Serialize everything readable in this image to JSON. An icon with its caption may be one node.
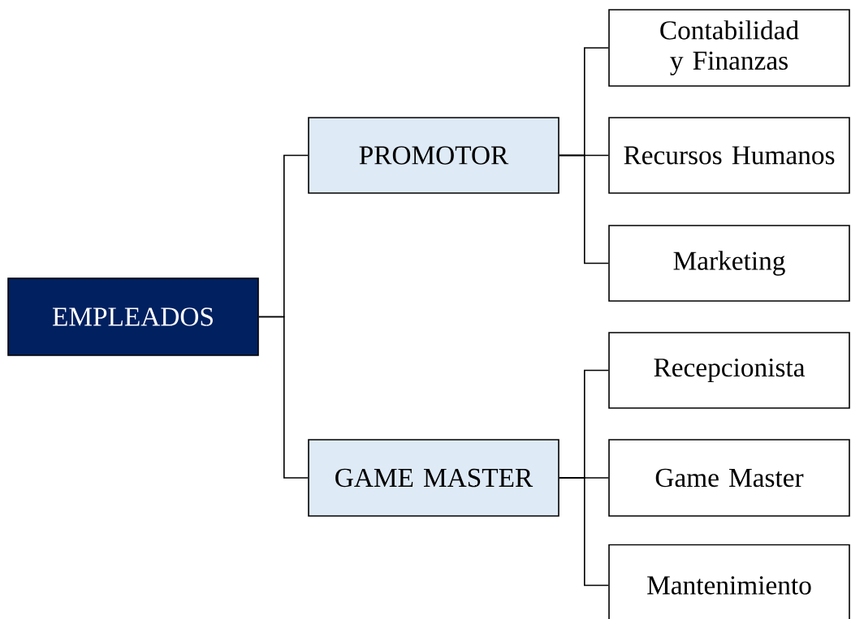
{
  "diagram": {
    "nodes": [
      {
        "text": [
          "EMPLEADOS"
        ]
      },
      {
        "text": [
          "PROMOTOR"
        ]
      },
      {
        "text": [
          "GAME MASTER"
        ]
      },
      {
        "text": [
          "Contabilidad y Finanzas"
        ]
      },
      {
        "text": [
          "Recursos Humanos"
        ]
      },
      {
        "text": [
          "Marketing"
        ]
      },
      {
        "text": [
          "Recepcionista"
        ]
      },
      {
        "text": [
          "Game Master"
        ]
      },
      {
        "text": [
          "Mantenimiento"
        ]
      }
    ],
    "edges": [
      {
        "from": 0,
        "to": 1,
        "arrow": "none"
      },
      {
        "from": 0,
        "to": 2,
        "arrow": "none"
      },
      {
        "from": 1,
        "to": 3,
        "arrow": "none"
      },
      {
        "from": 1,
        "to": 4,
        "arrow": "none"
      },
      {
        "from": 1,
        "to": 5,
        "arrow": "none"
      },
      {
        "from": 2,
        "to": 6,
        "arrow": "none"
      },
      {
        "from": 2,
        "to": 7,
        "arrow": "none"
      },
      {
        "from": 2,
        "to": 8,
        "arrow": "none"
      }
    ]
  }
}
